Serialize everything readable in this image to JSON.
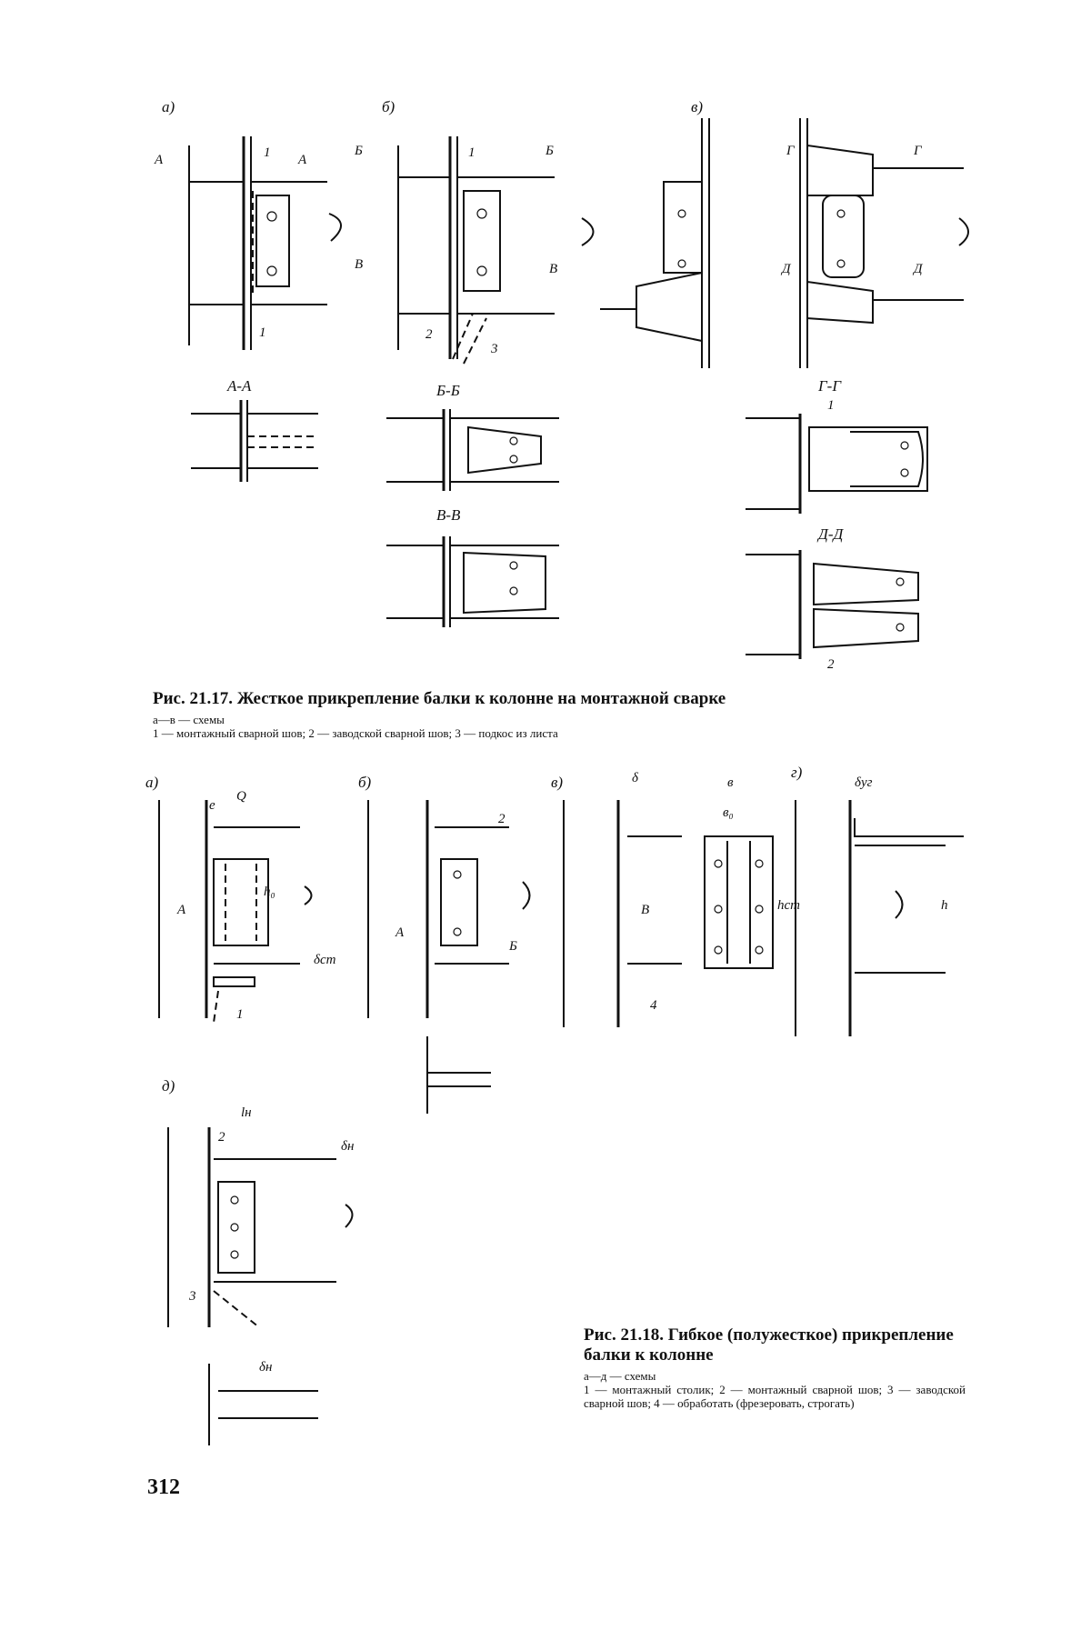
{
  "figure_21_17": {
    "panel_labels": [
      "а)",
      "б)",
      "в)"
    ],
    "section_labels": [
      "А-А",
      "Б-Б",
      "В-В",
      "Г-Г",
      "Д-Д"
    ],
    "markers": [
      "А",
      "Б",
      "В",
      "Г",
      "Д"
    ],
    "callouts": [
      "1",
      "2",
      "3"
    ],
    "caption_title": "Рис. 21.17. Жесткое прикрепление балки к колонне на монтажной сварке",
    "caption_legend": "а—в — схемы",
    "caption_items": "1 — монтажный сварной шов; 2 — заводской сварной шов; 3 — подкос из листа"
  },
  "figure_21_18": {
    "panel_labels": [
      "а)",
      "б)",
      "в)",
      "г)",
      "д)"
    ],
    "dimension_labels": [
      "e",
      "Q",
      "h₀",
      "δст",
      "δ",
      "в",
      "в₀",
      "hст",
      "δуг",
      "h",
      "lн",
      "δн"
    ],
    "markers": [
      "А",
      "Б",
      "В"
    ],
    "callouts": [
      "1",
      "2",
      "3",
      "4"
    ],
    "caption_title": "Рис. 21.18. Гибкое (полужесткое) прикрепление балки к колонне",
    "caption_legend": "а—д — схемы",
    "caption_items": "1 — монтажный столик; 2 — монтажный сварной шов; 3 — заводской сварной шов; 4 — обработать (фрезеровать, строгать)"
  },
  "page_number": "312"
}
